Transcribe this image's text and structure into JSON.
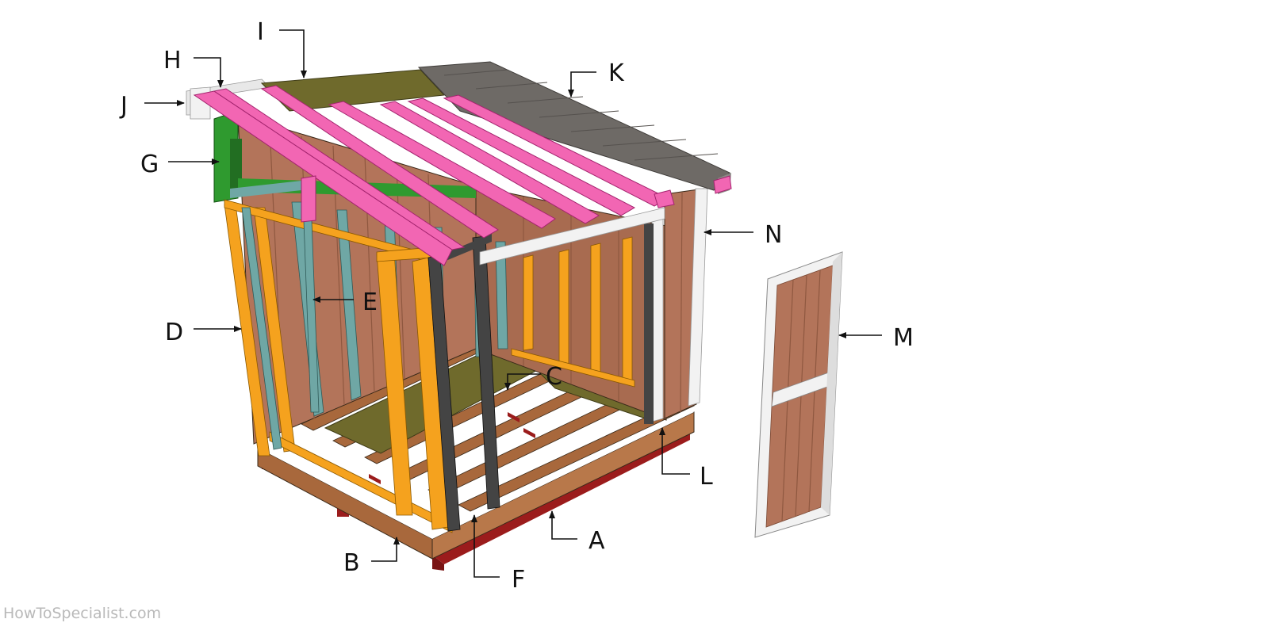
{
  "labels": {
    "A": "A",
    "B": "B",
    "C": "C",
    "D": "D",
    "E": "E",
    "F": "F",
    "G": "G",
    "H": "H",
    "I": "I",
    "J": "J",
    "K": "K",
    "L": "L",
    "M": "M",
    "N": "N"
  },
  "watermark": "HowToSpecialist.com",
  "colors": {
    "rafter": "#f266b3",
    "shingle": "#6e6a66",
    "osb": "#6f6a2c",
    "siding": "#b3745a",
    "stud_orange": "#f5a21e",
    "stud_teal": "#6fa7a5",
    "stud_green": "#2f9a2f",
    "door_frame": "#444444",
    "trim_white": "#f2f2f2",
    "skid": "#9b1c1c",
    "joist": "#a8683c"
  }
}
